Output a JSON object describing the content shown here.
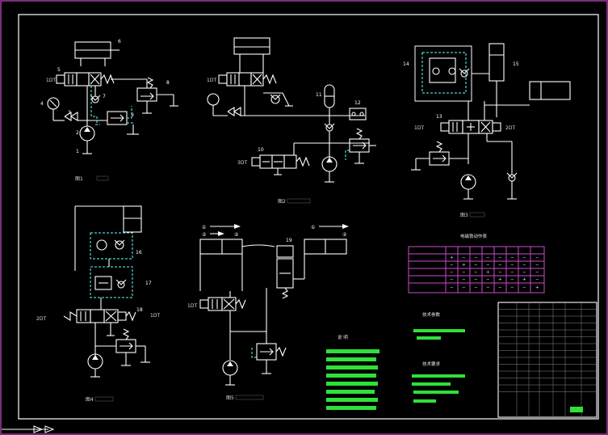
{
  "diagram": {
    "figure_labels": [
      "图1",
      "图2",
      "图3",
      "图4",
      "图5"
    ],
    "component_numbers": [
      "1",
      "2",
      "3",
      "4",
      "5",
      "6",
      "7",
      "8",
      "9",
      "10",
      "11",
      "12",
      "13",
      "14",
      "15",
      "16",
      "17",
      "18",
      "19"
    ],
    "solenoid_labels": [
      "1DT",
      "2DT",
      "3DT"
    ],
    "circled_numbers": [
      "①",
      "②"
    ],
    "title_action_table": "电磁铁动作表",
    "notes_title": "说  明",
    "params_title": "技术参数",
    "reqs_title": "技术要求",
    "table_marks": [
      "+",
      "−"
    ],
    "colors": {
      "background": "#000000",
      "border": "#c84cc8",
      "lines": "#ffffff",
      "dashed": "#66ffff",
      "green_text": "#2fe03a",
      "magenta": "#c84cc8"
    }
  }
}
